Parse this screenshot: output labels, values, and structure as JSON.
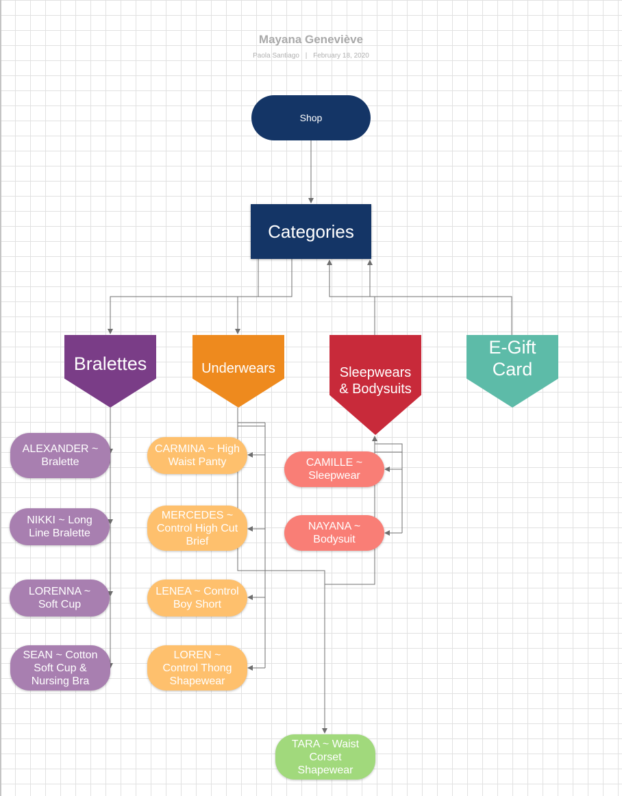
{
  "header": {
    "title": "Mayana Geneviève",
    "author": "Paola Santiago",
    "separator": "|",
    "date": "February 18, 2020"
  },
  "nodes": {
    "shop": "Shop",
    "categories": "Categories",
    "bralettes": "Bralettes",
    "underwears": "Underwears",
    "sleepwears": "Sleepwears\n& Bodysuits",
    "egift": "E-Gift\nCard",
    "alexander": "ALEXANDER ~\nBralette",
    "nikki": "NIKKI ~ Long\nLine Bralette",
    "lorenna": "LORENNA ~\nSoft Cup",
    "sean": "SEAN ~ Cotton\nSoft Cup &\nNursing Bra",
    "carmina": "CARMINA ~ High\nWaist Panty",
    "mercedes": "MERCEDES ~\nControl High Cut\nBrief",
    "lenea": "LENEA ~ Control\nBoy Short",
    "loren": "LOREN ~\nControl Thong\nShapewear",
    "camille": "CAMILLE ~\nSleepwear",
    "nayana": "NAYANA ~\nBodysuit",
    "tara": "TARA ~  Waist\nCorset\nShapewear"
  },
  "colors": {
    "navy": "#143566",
    "bralettes": "#7a3d87",
    "underwears": "#ee8a1e",
    "sleepwears": "#c82a3a",
    "egift": "#5dbba8",
    "bralette_items": "#a87fb0",
    "underwear_items": "#fec06d",
    "sleepwear_items": "#f97e76",
    "tara": "#a1d97c",
    "connector": "#6e6e6e"
  }
}
